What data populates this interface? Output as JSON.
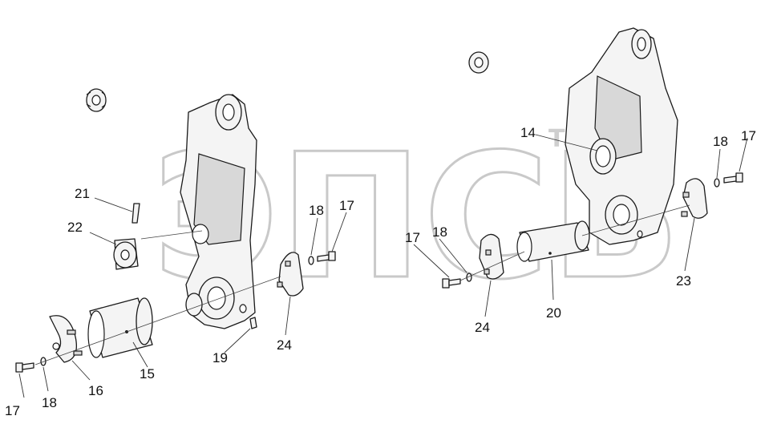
{
  "watermark": {
    "text": "ЭПСБ",
    "tm": "TM"
  },
  "callouts": {
    "c14": "14",
    "c15": "15",
    "c16": "16",
    "c17a": "17",
    "c17b": "17",
    "c17c": "17",
    "c17d": "17",
    "c18a": "18",
    "c18b": "18",
    "c18c": "18",
    "c18d": "18",
    "c19": "19",
    "c20": "20",
    "c21": "21",
    "c22": "22",
    "c23": "23",
    "c24a": "24",
    "c24b": "24"
  }
}
